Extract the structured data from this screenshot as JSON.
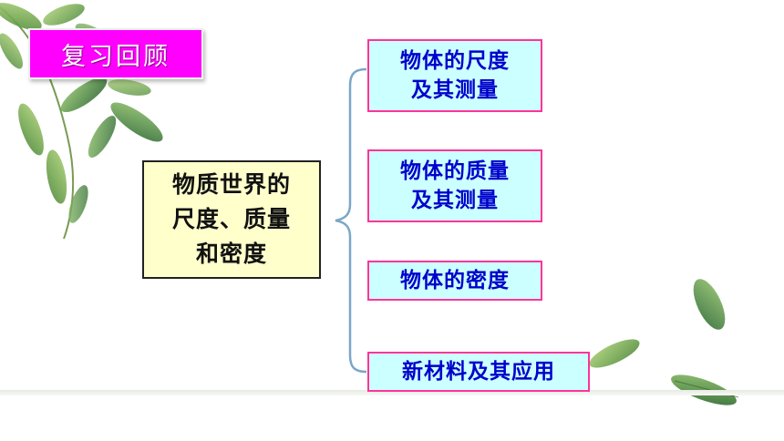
{
  "badge": {
    "label": "复习回顾"
  },
  "main_topic": {
    "lines": [
      "物质世界的",
      "尺度、质量",
      "和密度"
    ]
  },
  "subtopics": [
    {
      "lines": [
        "物体的尺度",
        "及其测量"
      ]
    },
    {
      "lines": [
        "物体的质量",
        "及其测量"
      ]
    },
    {
      "lines": [
        "物体的密度"
      ]
    },
    {
      "lines": [
        "新材料及其应用"
      ]
    }
  ],
  "colors": {
    "badge_bg": "#ff00ff",
    "main_bg": "#ffffcc",
    "sub_bg": "#ccffff",
    "sub_border": "#ff3399",
    "sub_text": "#0000cc",
    "bracket": "#7aa7c7"
  }
}
